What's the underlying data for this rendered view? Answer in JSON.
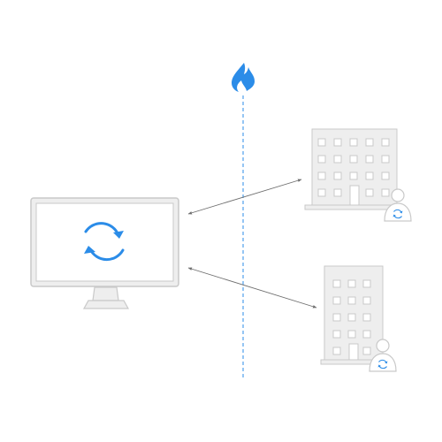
{
  "colors": {
    "background": "#ffffff",
    "accent": "#2b8ce8",
    "device_fill": "#eeeeee",
    "device_stroke": "#c9c9c9",
    "window_fill": "#ffffff",
    "connector": "#6e6e6e",
    "boundary_line": "#2b8ce8"
  },
  "icons": {
    "firewall": "fire-icon",
    "computer": "desktop-monitor-icon",
    "computer_badge": "sync-icon",
    "office_top": "office-building-icon",
    "office_bottom": "office-building-icon",
    "user_top": "user-sync-icon",
    "user_bottom": "user-sync-icon"
  },
  "edges": [
    {
      "from": "computer",
      "to": "office_top",
      "arrows": "both"
    },
    {
      "from": "computer",
      "to": "office_bottom",
      "arrows": "both"
    }
  ]
}
